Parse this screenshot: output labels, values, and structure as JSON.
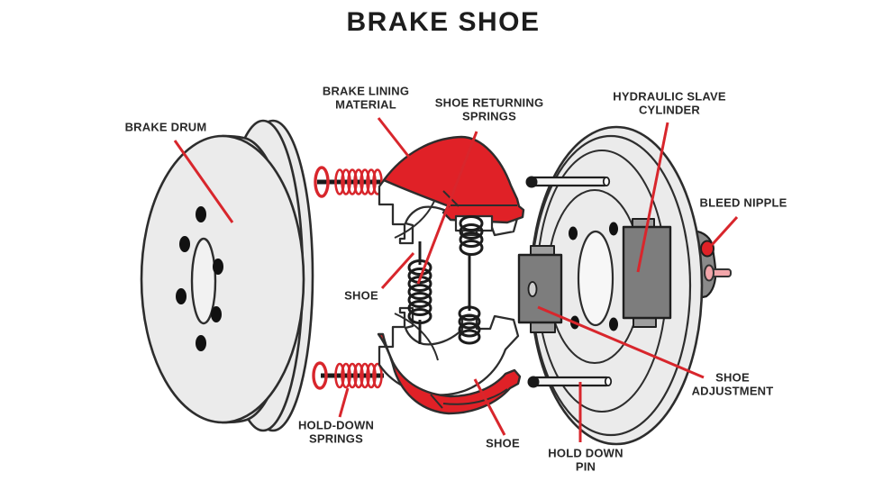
{
  "title": "BRAKE SHOE",
  "labels": {
    "brake_drum": "BRAKE DRUM",
    "brake_lining_material": "BRAKE LINING\nMATERIAL",
    "shoe_returning_springs": "SHOE RETURNING\nSPRINGS",
    "hydraulic_slave_cylinder": "HYDRAULIC SLAVE\nCYLINDER",
    "bleed_nipple": "BLEED NIPPLE",
    "shoe_upper": "SHOE",
    "hold_down_springs": "HOLD-DOWN\nSPRINGS",
    "shoe_lower": "SHOE",
    "hold_down_pin": "HOLD DOWN\nPIN",
    "shoe_adjustment": "SHOE\nADJUSTMENT"
  },
  "colors": {
    "accent_red": "#e02127",
    "leader_line": "#d8262c",
    "outline": "#2d2d2d",
    "part_light_gray": "#ebebeb",
    "part_dark_gray": "#7d7d7d",
    "pipe_pink": "#f2a6aa",
    "text": "#282828",
    "background": "#ffffff"
  }
}
